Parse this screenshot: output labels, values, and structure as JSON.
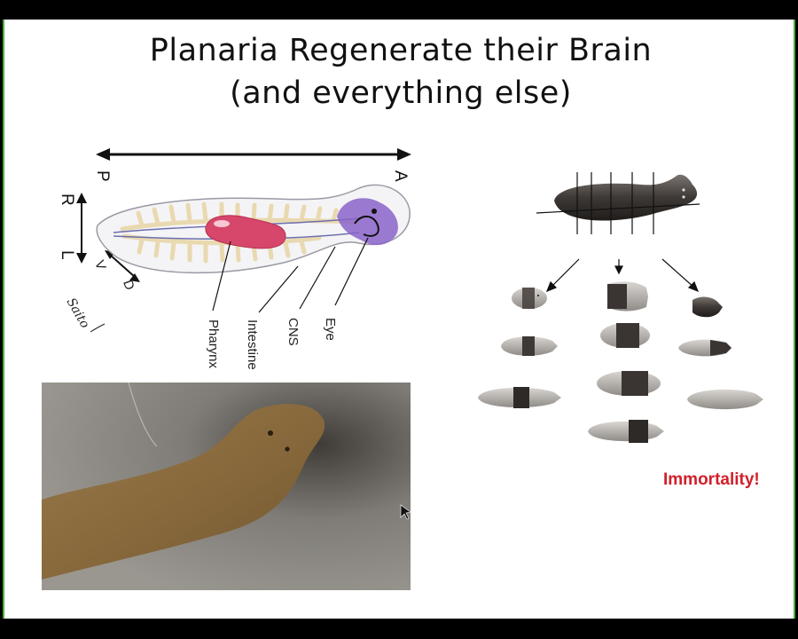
{
  "slide": {
    "title_line1": "Planaria Regenerate their Brain",
    "title_line2": "(and everything else)",
    "callout": "Immortality!"
  },
  "anatomy_diagram": {
    "axis_labels": {
      "posterior": "P",
      "anterior": "A",
      "right": "R",
      "left": "L",
      "ventral": "V",
      "dorsal": "D"
    },
    "parts": [
      "Pharynx",
      "Intestine",
      "CNS",
      "Eye"
    ],
    "signature": "Saito",
    "colors": {
      "pharynx": "#d6476b",
      "brain": "#8a63c9",
      "intestine": "#f3e5c4",
      "nerve": "#6d6fb0"
    }
  },
  "regeneration_diagram": {
    "colors": {
      "body": "#4a4541",
      "regenerated": "#bdbab6"
    }
  },
  "photo": {
    "subject_color": "#8b6b3e",
    "background_color": "#8d8a84"
  }
}
